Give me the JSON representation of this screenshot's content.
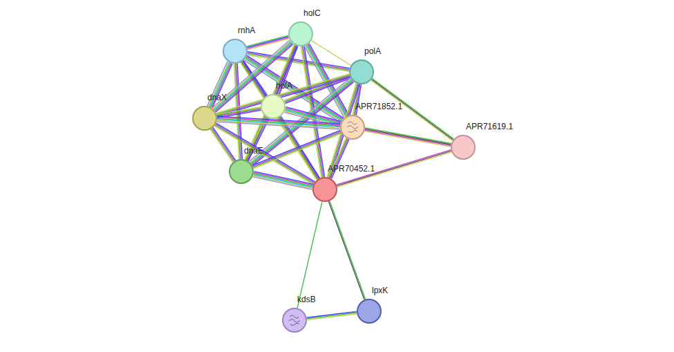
{
  "diagram": {
    "nodes": [
      {
        "text": [
          "holC"
        ]
      },
      {
        "text": [
          "rnhA"
        ]
      },
      {
        "text": [
          "polA"
        ]
      },
      {
        "text": [
          "holA"
        ]
      },
      {
        "text": [
          "dnaX"
        ]
      },
      {
        "text": [
          "APR71852.1"
        ]
      },
      {
        "text": [
          "APR71619.1"
        ]
      },
      {
        "text": [
          "dnaE"
        ]
      },
      {
        "text": [
          "APR70452.1"
        ]
      },
      {
        "text": [
          "lpxK"
        ]
      },
      {
        "text": [
          "kdsB"
        ]
      }
    ],
    "edges": [
      {
        "from": 1,
        "to": 0,
        "arrow": "none"
      },
      {
        "from": 1,
        "to": 2,
        "arrow": "none"
      },
      {
        "from": 1,
        "to": 3,
        "arrow": "none"
      },
      {
        "from": 1,
        "to": 4,
        "arrow": "none"
      },
      {
        "from": 1,
        "to": 7,
        "arrow": "none"
      },
      {
        "from": 1,
        "to": 8,
        "arrow": "none"
      },
      {
        "from": 1,
        "to": 5,
        "arrow": "none"
      },
      {
        "from": 0,
        "to": 2,
        "arrow": "none"
      },
      {
        "from": 0,
        "to": 3,
        "arrow": "none"
      },
      {
        "from": 0,
        "to": 4,
        "arrow": "none"
      },
      {
        "from": 0,
        "to": 7,
        "arrow": "none"
      },
      {
        "from": 0,
        "to": 8,
        "arrow": "none"
      },
      {
        "from": 0,
        "to": 5,
        "arrow": "none"
      },
      {
        "from": 2,
        "to": 3,
        "arrow": "none"
      },
      {
        "from": 2,
        "to": 4,
        "arrow": "none"
      },
      {
        "from": 2,
        "to": 7,
        "arrow": "none"
      },
      {
        "from": 2,
        "to": 5,
        "arrow": "none"
      },
      {
        "from": 2,
        "to": 8,
        "arrow": "none"
      },
      {
        "from": 2,
        "to": 6,
        "arrow": "none"
      },
      {
        "from": 3,
        "to": 4,
        "arrow": "none"
      },
      {
        "from": 3,
        "to": 7,
        "arrow": "none"
      },
      {
        "from": 3,
        "to": 5,
        "arrow": "none"
      },
      {
        "from": 3,
        "to": 8,
        "arrow": "none"
      },
      {
        "from": 4,
        "to": 7,
        "arrow": "none"
      },
      {
        "from": 4,
        "to": 5,
        "arrow": "none"
      },
      {
        "from": 4,
        "to": 8,
        "arrow": "none"
      },
      {
        "from": 7,
        "to": 5,
        "arrow": "none"
      },
      {
        "from": 7,
        "to": 8,
        "arrow": "none"
      },
      {
        "from": 5,
        "to": 8,
        "arrow": "none"
      },
      {
        "from": 5,
        "to": 6,
        "arrow": "none"
      },
      {
        "from": 8,
        "to": 6,
        "arrow": "none"
      },
      {
        "from": 8,
        "to": 10,
        "arrow": "none"
      },
      {
        "from": 8,
        "to": 9,
        "arrow": "none"
      },
      {
        "from": 10,
        "to": 9,
        "arrow": "none"
      }
    ]
  }
}
